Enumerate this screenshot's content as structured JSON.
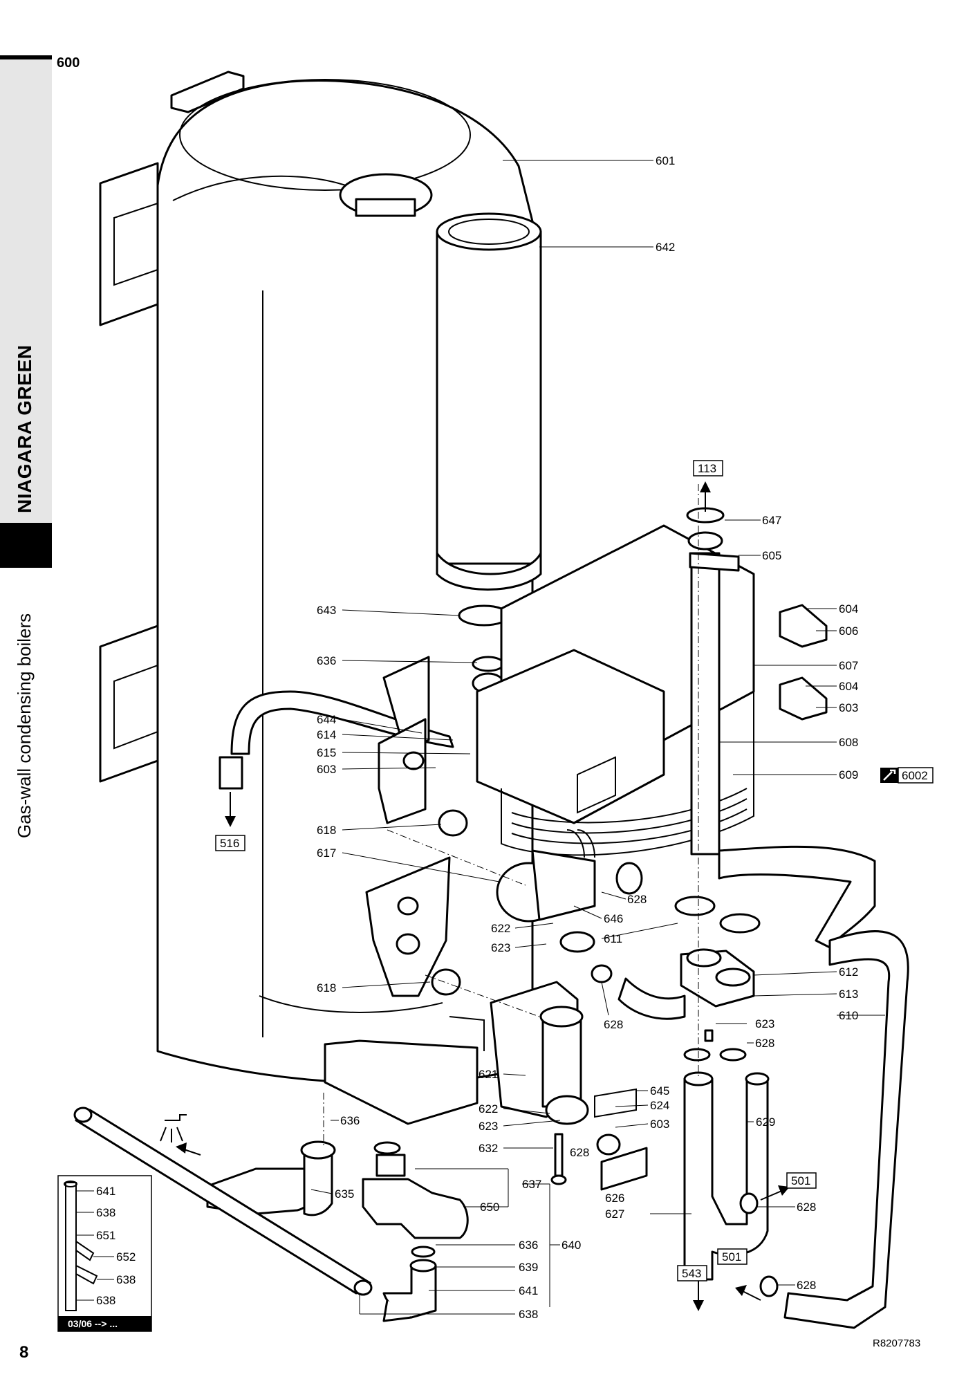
{
  "page": {
    "section_code": "600",
    "product": "NIAGARA GREEN",
    "category": "Gas-wall condensing boilers",
    "page_number": "8",
    "reference": "R8207783"
  },
  "callouts": [
    {
      "id": "c601",
      "label": "601"
    },
    {
      "id": "c642",
      "label": "642"
    },
    {
      "id": "c113",
      "label": "113",
      "boxed": true
    },
    {
      "id": "c647",
      "label": "647"
    },
    {
      "id": "c605",
      "label": "605"
    },
    {
      "id": "c604a",
      "label": "604"
    },
    {
      "id": "c606",
      "label": "606"
    },
    {
      "id": "c607",
      "label": "607"
    },
    {
      "id": "c604b",
      "label": "604"
    },
    {
      "id": "c603r",
      "label": "603"
    },
    {
      "id": "c608",
      "label": "608"
    },
    {
      "id": "c609",
      "label": "609"
    },
    {
      "id": "c6002",
      "label": "6002",
      "boxed": true,
      "note": "wrench-icon"
    },
    {
      "id": "c643",
      "label": "643"
    },
    {
      "id": "c636a",
      "label": "636"
    },
    {
      "id": "c644",
      "label": "644"
    },
    {
      "id": "c614",
      "label": "614"
    },
    {
      "id": "c615",
      "label": "615"
    },
    {
      "id": "c603l",
      "label": "603"
    },
    {
      "id": "c516",
      "label": "516",
      "boxed": true
    },
    {
      "id": "c618a",
      "label": "618"
    },
    {
      "id": "c617",
      "label": "617"
    },
    {
      "id": "c628a",
      "label": "628"
    },
    {
      "id": "c646",
      "label": "646"
    },
    {
      "id": "c622a",
      "label": "622"
    },
    {
      "id": "c623a",
      "label": "623"
    },
    {
      "id": "c611",
      "label": "611"
    },
    {
      "id": "c618b",
      "label": "618"
    },
    {
      "id": "c612",
      "label": "612"
    },
    {
      "id": "c613",
      "label": "613"
    },
    {
      "id": "c610",
      "label": "610"
    },
    {
      "id": "c628b",
      "label": "628"
    },
    {
      "id": "c623b",
      "label": "623"
    },
    {
      "id": "c628c",
      "label": "628"
    },
    {
      "id": "c621",
      "label": "621"
    },
    {
      "id": "c645",
      "label": "645"
    },
    {
      "id": "c624",
      "label": "624"
    },
    {
      "id": "c622b",
      "label": "622"
    },
    {
      "id": "c603m",
      "label": "603"
    },
    {
      "id": "c623c",
      "label": "623"
    },
    {
      "id": "c629",
      "label": "629"
    },
    {
      "id": "c636b",
      "label": "636"
    },
    {
      "id": "c632",
      "label": "632"
    },
    {
      "id": "c628d",
      "label": "628"
    },
    {
      "id": "c501a",
      "label": "501",
      "boxed": true
    },
    {
      "id": "c635",
      "label": "635"
    },
    {
      "id": "c637",
      "label": "637"
    },
    {
      "id": "c626",
      "label": "626"
    },
    {
      "id": "c628e",
      "label": "628"
    },
    {
      "id": "c650",
      "label": "650"
    },
    {
      "id": "c627",
      "label": "627"
    },
    {
      "id": "c636c",
      "label": "636"
    },
    {
      "id": "c640",
      "label": "640"
    },
    {
      "id": "c501b",
      "label": "501",
      "boxed": true
    },
    {
      "id": "c543",
      "label": "543",
      "boxed": true
    },
    {
      "id": "c639",
      "label": "639"
    },
    {
      "id": "c628f",
      "label": "628"
    },
    {
      "id": "c641",
      "label": "641"
    },
    {
      "id": "c638",
      "label": "638"
    }
  ],
  "inset": {
    "labels": [
      "641",
      "638",
      "651",
      "652",
      "638",
      "638"
    ],
    "footer": "03/06 --> ..."
  }
}
